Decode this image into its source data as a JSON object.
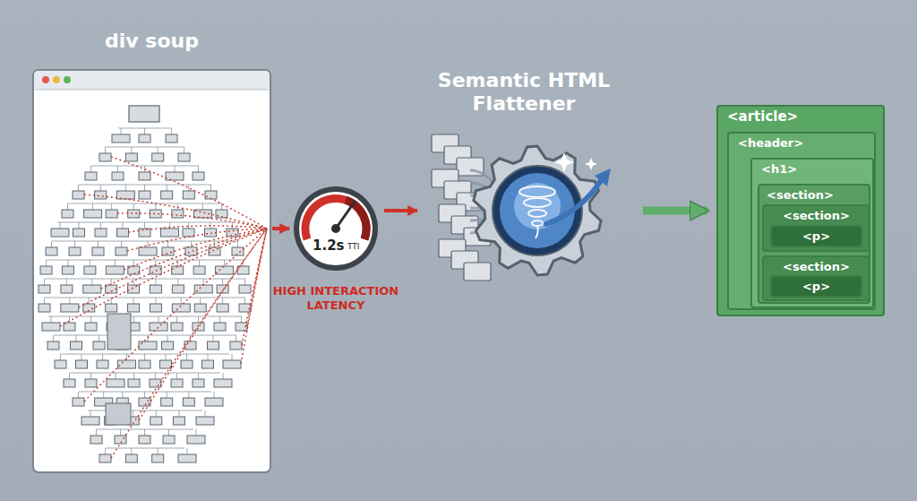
{
  "diagram": {
    "nodes": [
      {
        "text": [
          "div soup"
        ]
      },
      {
        "text": [
          "1.2s",
          "TTI",
          "HIGH INTERACTION LATENCY"
        ]
      },
      {
        "text": [
          "Semantic HTML Flattener"
        ]
      },
      {
        "text": [
          "<article>"
        ]
      },
      {
        "text": [
          "<header>"
        ],
        "in": 3
      },
      {
        "text": [
          "<h1>"
        ],
        "in": 4
      },
      {
        "text": [
          "<section>"
        ],
        "in": 5
      },
      {
        "text": [
          "<section>"
        ],
        "in": 6
      },
      {
        "text": [
          "<p>"
        ],
        "in": 7
      },
      {
        "text": [
          "<section>"
        ],
        "in": 6
      },
      {
        "text": [
          "<p>"
        ],
        "in": 9
      }
    ],
    "edges": [
      {
        "from": 0,
        "to": 1,
        "arrow": "to"
      },
      {
        "from": 1,
        "to": 2,
        "arrow": "to"
      },
      {
        "from": 2,
        "to": 3,
        "arrow": "to"
      }
    ]
  }
}
